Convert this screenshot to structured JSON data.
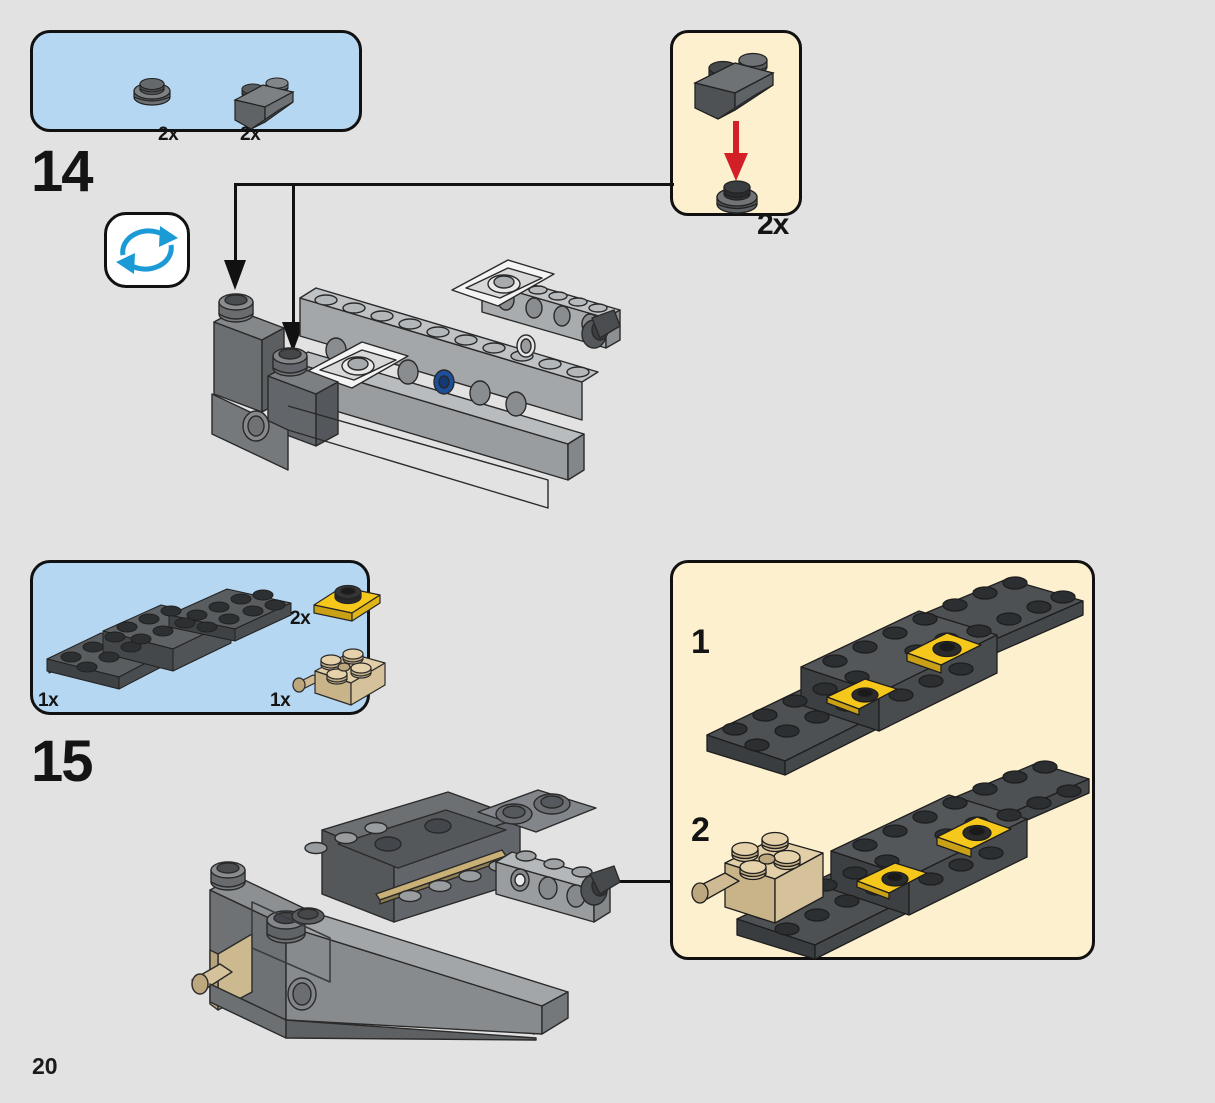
{
  "page": {
    "number": "20",
    "background_color": "#e2e2e2"
  },
  "colors": {
    "parts_box_bg": "#b5d7f2",
    "callout_bg": "#fcf0ce",
    "outline": "#111111",
    "arrow_red": "#d31f26",
    "rotation_arrow": "#1b9ad6",
    "lego_dark_gray": "#4c4f52",
    "lego_light_gray": "#9a9da0",
    "lego_yellow": "#f5c518",
    "lego_tan": "#ddc9a3",
    "lego_blue": "#1b4f9c",
    "lego_black": "#2b2b2b"
  },
  "steps": [
    {
      "id": "step-14",
      "number": "14",
      "rotation_icon": "rotate-model-icon",
      "parts_box": {
        "name": "parts-box-14",
        "parts": [
          {
            "icon": "round-plate-1x1-dark-gray",
            "qty": "2x"
          },
          {
            "icon": "inverted-slope-brick-1x2-dark-gray",
            "qty": "2x"
          }
        ]
      },
      "callout": {
        "name": "callout-14",
        "qty": "2x",
        "sub_parts": [
          {
            "icon": "inverted-slope-brick-1x2-dark-gray"
          },
          {
            "icon": "round-plate-1x1-dark-gray"
          }
        ],
        "arrow": "red-assembly-arrow-down"
      },
      "assembly_icon": "chassis-assembly-gray"
    },
    {
      "id": "step-15",
      "number": "15",
      "parts_box": {
        "name": "parts-box-15",
        "parts": [
          {
            "icon": "chassis-plate-assembly-dark-gray",
            "qty": "1x"
          },
          {
            "icon": "plate-1x2-with-stud-yellow",
            "qty": "2x"
          },
          {
            "icon": "brick-2x2-with-pin-tan",
            "qty": "1x"
          }
        ]
      },
      "callout": {
        "name": "callout-15",
        "substeps": [
          {
            "number": "1",
            "icon": "sub-assembly-plate-with-yellow-plates"
          },
          {
            "number": "2",
            "icon": "sub-assembly-plate-with-tan-brick"
          }
        ]
      },
      "assembly_icon": "speeder-chassis-assembly-gray"
    }
  ]
}
